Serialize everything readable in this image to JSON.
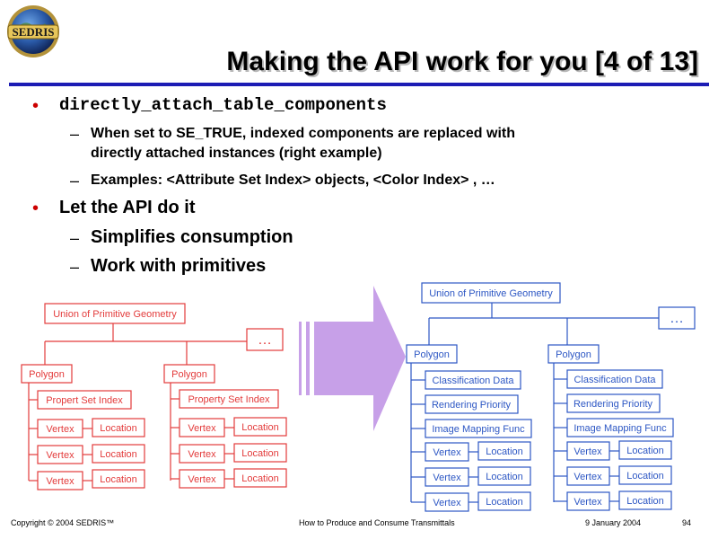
{
  "logo": {
    "text": "SEDRIS"
  },
  "title": "Making the API work for you [4 of 13]",
  "bullets": [
    {
      "text": "directly_attach_table_components",
      "subs": [
        "When set to SE_TRUE, indexed components are replaced with",
        "directly attached instances (right example)",
        "Examples: <Attribute Set Index> objects, <Color Index> , …"
      ]
    },
    {
      "text": "Let the API do it",
      "subs": [
        "Simplifies consumption",
        "Work with primitives"
      ]
    }
  ],
  "left_diagram": {
    "root": "Union of Primitive Geometry",
    "more": "…",
    "polygon": "Polygon",
    "groups": [
      {
        "index": "Propert Set Index"
      },
      {
        "index": "Property Set Index"
      }
    ],
    "vertex": "Vertex",
    "location": "Location"
  },
  "right_diagram": {
    "root": "Union of Primitive Geometry",
    "more": "…",
    "polygon": "Polygon",
    "components": [
      "Classification Data",
      "Rendering Priority",
      "Image Mapping Func"
    ],
    "vertex": "Vertex",
    "location": "Location"
  },
  "footer": {
    "copyright": "Copyright © 2004 SEDRIS™",
    "center": "How to Produce and Consume Transmittals",
    "date": "9 January 2004",
    "page": "94"
  },
  "colors": {
    "accent": "#1c1cb4",
    "left_nodes": "#e33b3b",
    "right_nodes": "#2d57c4",
    "arrow": "#c7a0e8"
  }
}
